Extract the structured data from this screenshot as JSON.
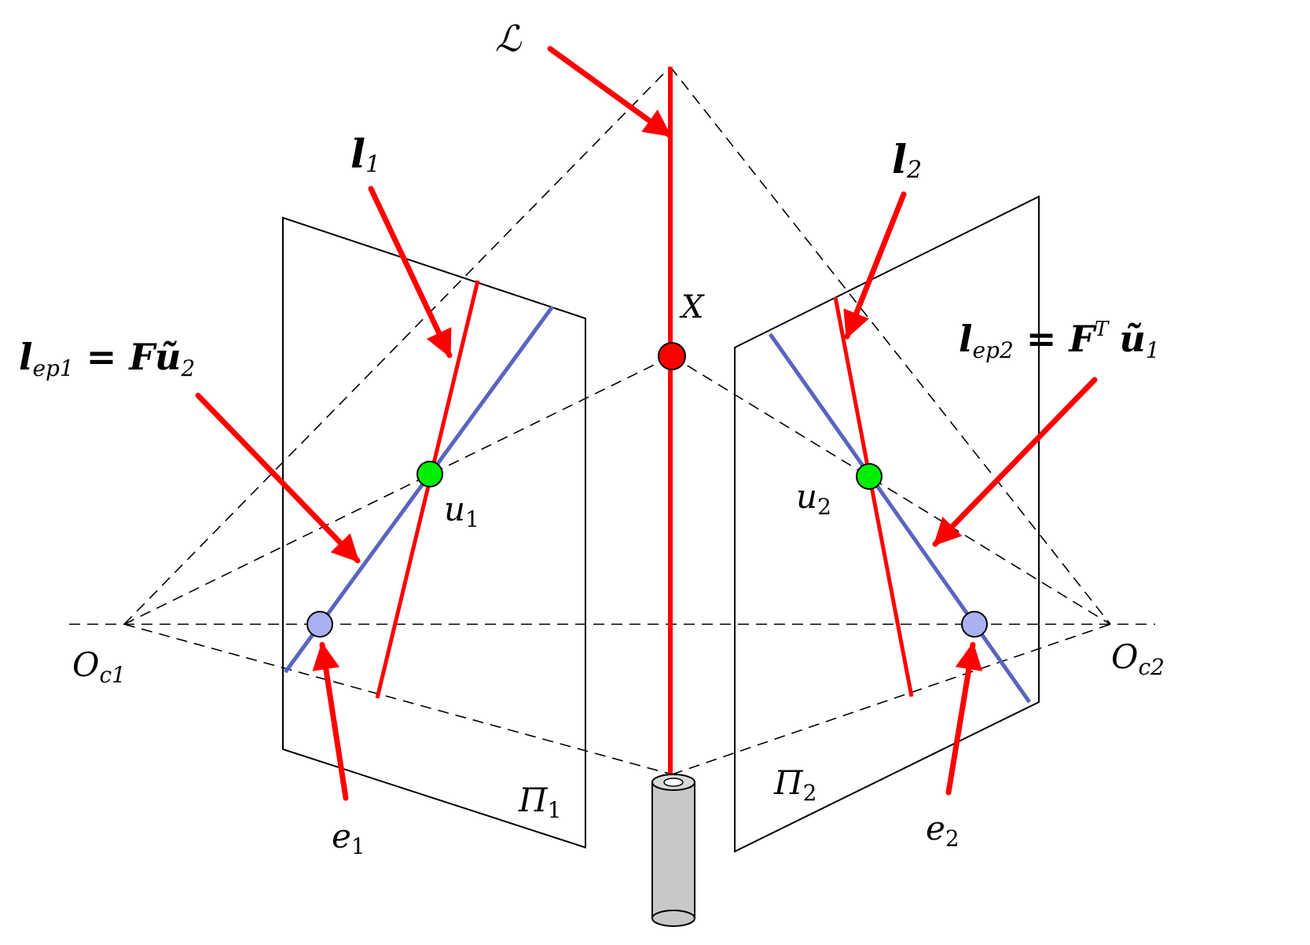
{
  "labels": {
    "line_L": "ℒ",
    "point_X": "X",
    "l1_main": "l",
    "l1_sub": "1",
    "l2_main": "l",
    "l2_sub": "2",
    "lep1_main": "l",
    "lep1_sub": "ep1",
    "lep1_eq": " = ",
    "lep1_F": "F",
    "lep1_u": "ũ",
    "lep1_usub": "2",
    "lep2_main": "l",
    "lep2_sub": "ep2",
    "lep2_eq": " = ",
    "lep2_F": "F",
    "lep2_sup": "T",
    "lep2_u": "ũ",
    "lep2_usub": "1",
    "u1_main": "u",
    "u1_sub": "1",
    "u2_main": "u",
    "u2_sub": "2",
    "oc1_main": "O",
    "oc1_sub": "c1",
    "oc2_main": "O",
    "oc2_sub": "c2",
    "e1_main": "e",
    "e1_sub": "1",
    "e2_main": "e",
    "e2_sub": "2",
    "pi1_main": "Π",
    "pi1_sub": "1",
    "pi2_main": "Π",
    "pi2_sub": "2"
  },
  "colors": {
    "red": "#ff0000",
    "blue": "#5a64c0",
    "green": "#00ee00",
    "epipole_fill": "#aab0f0",
    "cylinder": "#c8c8c8",
    "line": "#000000"
  }
}
